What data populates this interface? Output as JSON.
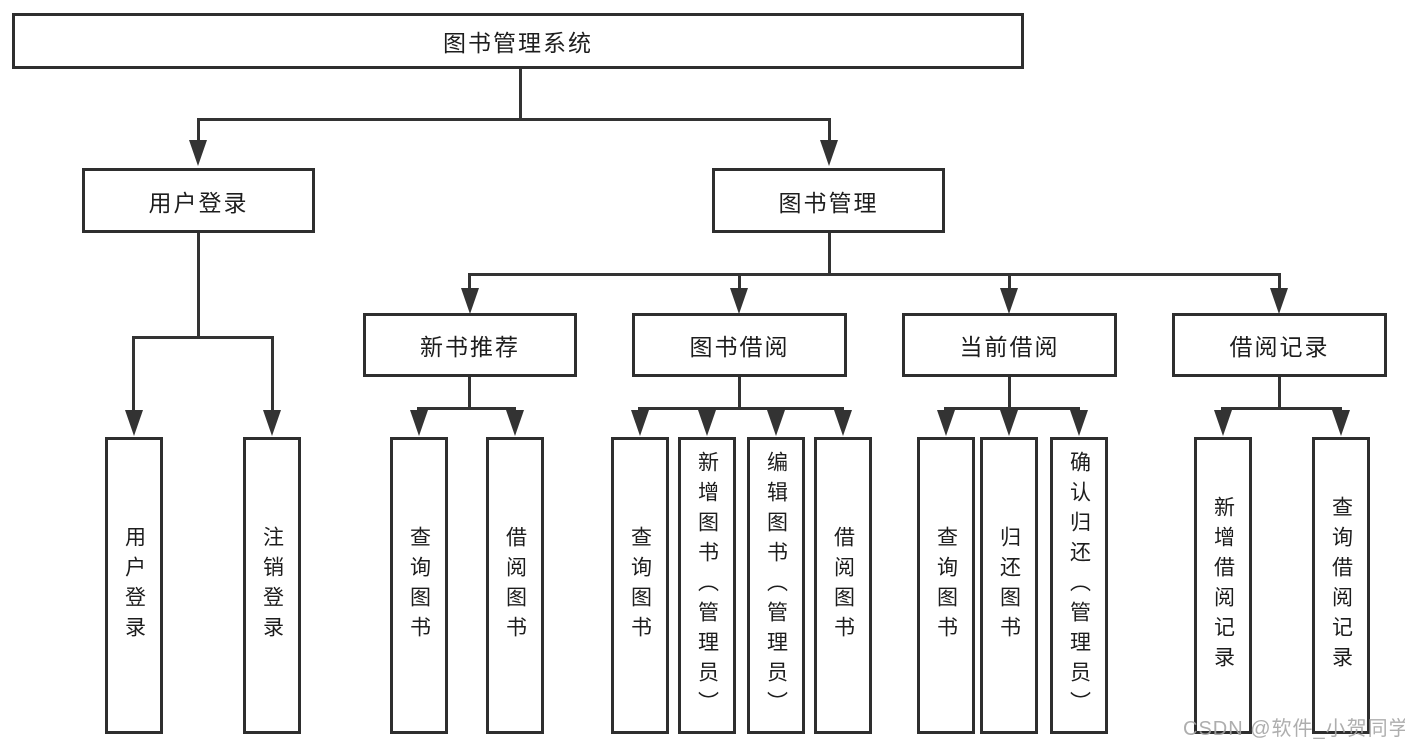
{
  "diagram": {
    "root": {
      "label": "图书管理系统"
    },
    "level1": [
      {
        "label": "用户登录"
      },
      {
        "label": "图书管理"
      }
    ],
    "level2": [
      {
        "label": "新书推荐"
      },
      {
        "label": "图书借阅"
      },
      {
        "label": "当前借阅"
      },
      {
        "label": "借阅记录"
      }
    ],
    "leaves": {
      "user_login": [
        "用户登录",
        "注销登录"
      ],
      "new_books": [
        "查询图书",
        "借阅图书"
      ],
      "book_borrow": [
        "查询图书",
        "新增图书（管理员）",
        "编辑图书（管理员）",
        "借阅图书"
      ],
      "current_borrow": [
        "查询图书",
        "归还图书",
        "确认归还（管理员）"
      ],
      "borrow_records": [
        "新增借阅记录",
        "查询借阅记录"
      ]
    }
  },
  "watermark": {
    "text": "CSDN @软件_小贺同学"
  },
  "colors": {
    "line": "#333333",
    "border": "#2e2e2e",
    "text": "#1d1d1d",
    "watermark": "#a5a5a5",
    "background": "#ffffff"
  }
}
